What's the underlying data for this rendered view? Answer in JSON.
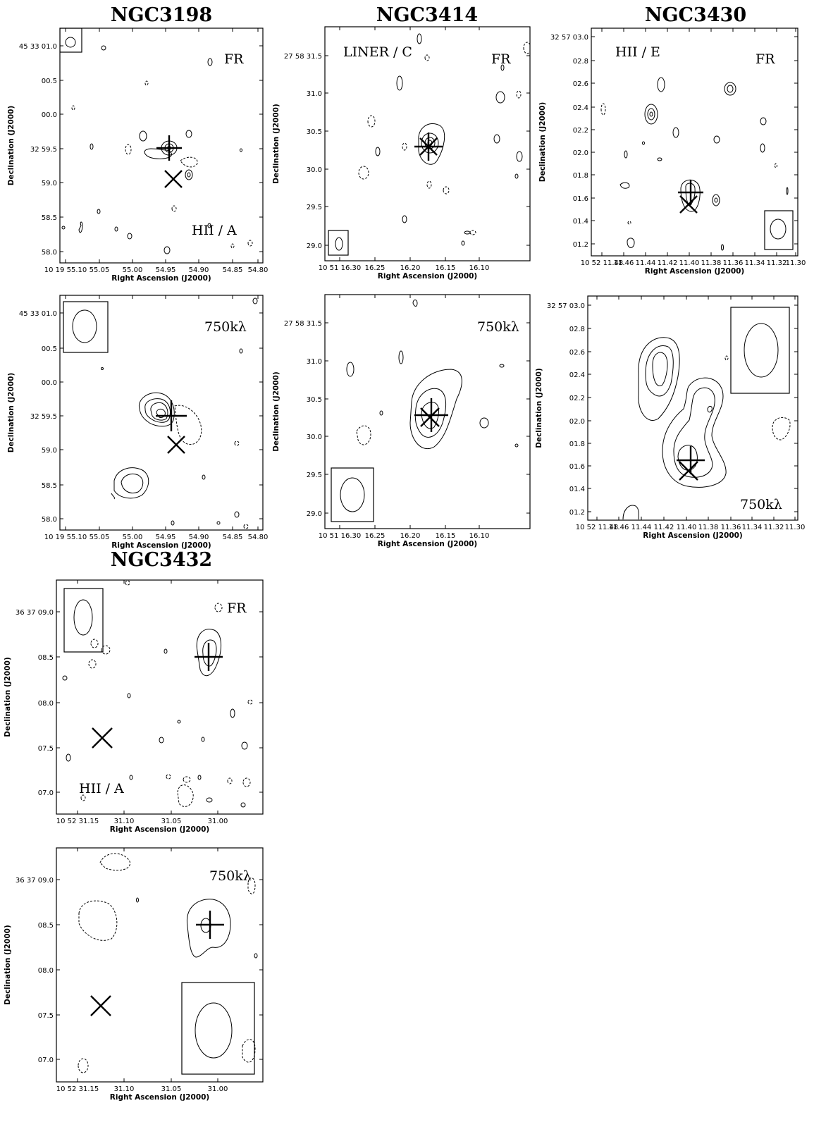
{
  "chart_data": [
    {
      "type": "contour",
      "title": "NGC3198",
      "xlabel": "Right Ascension (J2000)",
      "ylabel": "Declination (J2000)",
      "annotations": [
        "FR",
        "HII / A"
      ],
      "x_ticks": [
        "10 19 55.10",
        "55.05",
        "55.00",
        "54.95",
        "54.90",
        "54.85",
        "54.80"
      ],
      "y_ticks": [
        "45 33 01.0",
        "00.5",
        "00.0",
        "32 59.5",
        "59.0",
        "58.5",
        "58.0"
      ],
      "markers": {
        "radio_peak": "cross",
        "optical_nucleus": "x"
      }
    },
    {
      "type": "contour",
      "title": "NGC3414",
      "xlabel": "Right Ascension (J2000)",
      "ylabel": "Declination (J2000)",
      "annotations": [
        "LINER / C",
        "FR"
      ],
      "x_ticks": [
        "10 51 16.30",
        "16.25",
        "16.20",
        "16.15",
        "16.10"
      ],
      "y_ticks": [
        "27 58 31.5",
        "31.0",
        "30.5",
        "30.0",
        "29.5",
        "29.0"
      ],
      "markers": {
        "radio_peak": "cross",
        "optical_nucleus": "x"
      }
    },
    {
      "type": "contour",
      "title": "NGC3430",
      "xlabel": "Right Ascension (J2000)",
      "ylabel": "Declination (J2000)",
      "annotations": [
        "HII / E",
        "FR"
      ],
      "x_ticks": [
        "10 52 11.48",
        "11.46",
        "11.44",
        "11.42",
        "11.40",
        "11.38",
        "11.36",
        "11.34",
        "11.32",
        "11.30"
      ],
      "y_ticks": [
        "32 57 03.0",
        "02.8",
        "02.6",
        "02.4",
        "02.2",
        "02.0",
        "01.8",
        "01.6",
        "01.4",
        "01.2"
      ],
      "markers": {
        "radio_peak": "cross",
        "optical_nucleus": "x"
      }
    },
    {
      "type": "contour",
      "title": "",
      "xlabel": "Right Ascension (J2000)",
      "ylabel": "Declination (J2000)",
      "annotations": [
        "750kλ"
      ],
      "x_ticks": [
        "10 19 55.10",
        "55.05",
        "55.00",
        "54.95",
        "54.90",
        "54.85",
        "54.80"
      ],
      "y_ticks": [
        "45 33 01.0",
        "00.5",
        "00.0",
        "32 59.5",
        "59.0",
        "58.5",
        "58.0"
      ],
      "markers": {
        "radio_peak": "cross",
        "optical_nucleus": "x"
      }
    },
    {
      "type": "contour",
      "title": "",
      "xlabel": "Right Ascension (J2000)",
      "ylabel": "Declination (J2000)",
      "annotations": [
        "750kλ"
      ],
      "x_ticks": [
        "10 51 16.30",
        "16.25",
        "16.20",
        "16.15",
        "16.10"
      ],
      "y_ticks": [
        "27 58 31.5",
        "31.0",
        "30.5",
        "30.0",
        "29.5",
        "29.0"
      ],
      "markers": {
        "radio_peak": "cross",
        "optical_nucleus": "x"
      }
    },
    {
      "type": "contour",
      "title": "",
      "xlabel": "Right Ascension (J2000)",
      "ylabel": "Declination (J2000)",
      "annotations": [
        "750kλ"
      ],
      "x_ticks": [
        "10 52 11.48",
        "11.46",
        "11.44",
        "11.42",
        "11.40",
        "11.38",
        "11.36",
        "11.34",
        "11.32",
        "11.30"
      ],
      "y_ticks": [
        "32 57 03.0",
        "02.8",
        "02.6",
        "02.4",
        "02.2",
        "02.0",
        "01.8",
        "01.6",
        "01.4",
        "01.2"
      ],
      "markers": {
        "radio_peak": "cross",
        "optical_nucleus": "x"
      }
    },
    {
      "type": "contour",
      "title": "NGC3432",
      "xlabel": "Right Ascension (J2000)",
      "ylabel": "Declination (J2000)",
      "annotations": [
        "FR",
        "HII / A"
      ],
      "x_ticks": [
        "10 52 31.15",
        "31.10",
        "31.05",
        "31.00"
      ],
      "y_ticks": [
        "36 37 09.0",
        "08.5",
        "08.0",
        "07.5",
        "07.0"
      ],
      "markers": {
        "radio_peak": "cross",
        "optical_nucleus": "x"
      }
    },
    {
      "type": "contour",
      "title": "",
      "xlabel": "Right Ascension (J2000)",
      "ylabel": "Declination (J2000)",
      "annotations": [
        "750kλ"
      ],
      "x_ticks": [
        "10 52 31.15",
        "31.10",
        "31.05",
        "31.00"
      ],
      "y_ticks": [
        "36 37 09.0",
        "08.5",
        "08.0",
        "07.5",
        "07.0"
      ],
      "markers": {
        "radio_peak": "cross",
        "optical_nucleus": "x"
      }
    }
  ]
}
